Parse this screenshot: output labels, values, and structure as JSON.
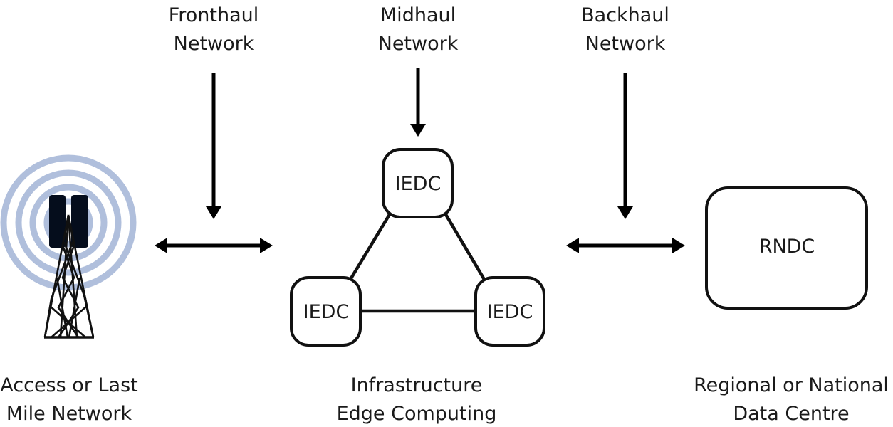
{
  "top_labels": {
    "fronthaul": [
      "Fronthaul",
      "Network"
    ],
    "midhaul": [
      "Midhaul",
      "Network"
    ],
    "backhaul": [
      "Backhaul",
      "Network"
    ]
  },
  "nodes": {
    "iedc_top": "IEDC",
    "iedc_left": "IEDC",
    "iedc_right": "IEDC",
    "rndc": "RNDC"
  },
  "bottom_labels": {
    "access": [
      "Access or Last",
      "Mile Network"
    ],
    "infrastructure": [
      "Infrastructure",
      "Edge Computing"
    ],
    "regional": [
      "Regional or National",
      "Data Centre"
    ]
  },
  "icons": {
    "tower": "cell-tower-icon",
    "signal": "radio-signal-rings"
  },
  "colors": {
    "signal_rings": "#b0bfdc",
    "antenna": "#050d1c",
    "stroke": "#111111"
  }
}
